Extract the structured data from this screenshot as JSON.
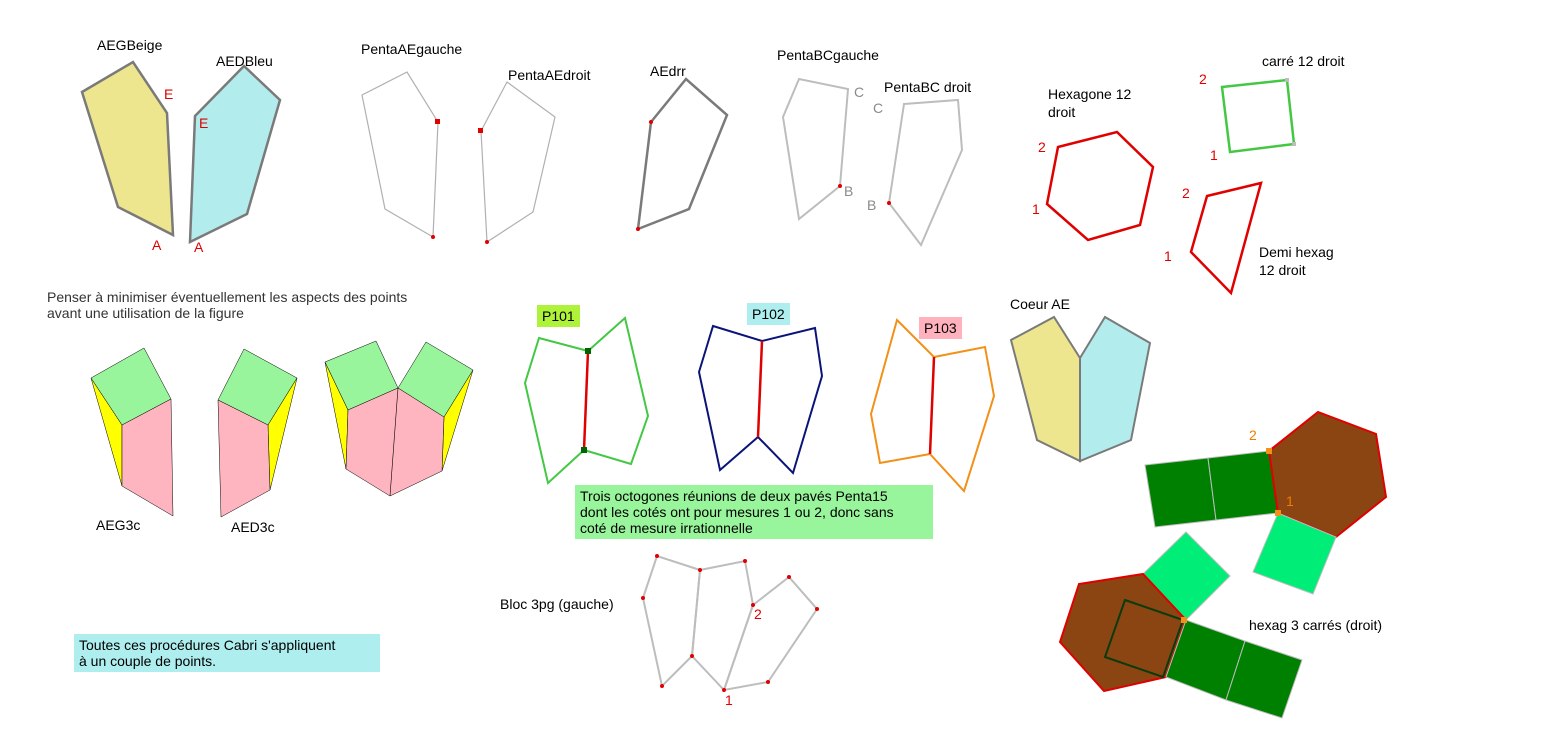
{
  "labels": {
    "aeg_beige": "AEGBeige",
    "aed_bleu": "AEDBleu",
    "penta_ae_gauche": "PentaAEgauche",
    "penta_ae_droit": "PentaAEdroit",
    "ae_drr": "AEdrr",
    "penta_bc_gauche": "PentaBCgauche",
    "penta_bc_droit": "PentaBC droit",
    "hexagone_12_line1": "Hexagone 12",
    "hexagone_12_line2": "droit",
    "carre_12_droit": "carré 12 droit",
    "demi_hexag_line1": "Demi hexag",
    "demi_hexag_line2": "12 droit",
    "coeur_ae": "Coeur AE",
    "aeg3c": "AEG3c",
    "aed3c": "AED3c",
    "bloc_3pg": "Bloc 3pg (gauche)",
    "hexag_3_carres": "hexag 3 carrés (droit)",
    "p101": "P101",
    "p102": "P102",
    "p103": "P103"
  },
  "vertex_labels": {
    "e": "E",
    "a": "A",
    "c": "C",
    "b": "B",
    "one": "1",
    "two": "2"
  },
  "notes": {
    "minimise_line1": "Penser à minimiser éventuellement les aspects des points",
    "minimise_line2": "avant une utilisation de la figure",
    "octogones_line1": "Trois octogones réunions de deux pavés Penta15",
    "octogones_line2": "dont les cotés ont pour mesures 1 ou 2, donc sans",
    "octogones_line3": "coté de mesure irrationnelle",
    "cabri_line1": "Toutes ces procédures Cabri s'appliquent",
    "cabri_line2": "à un couple de points."
  },
  "colors": {
    "beige": "#ede68f",
    "light_blue": "#b2ecec",
    "light_green": "#99f59b",
    "pink": "#ffb5c0",
    "yellow": "#ffff00",
    "red": "#e00000",
    "green_outline": "#44c844",
    "dark_blue": "#0a1478",
    "orange": "#f39018",
    "dark_green": "#008000",
    "brown": "#8b4513",
    "mint": "#00ee77",
    "gray": "#bdbdbd"
  }
}
